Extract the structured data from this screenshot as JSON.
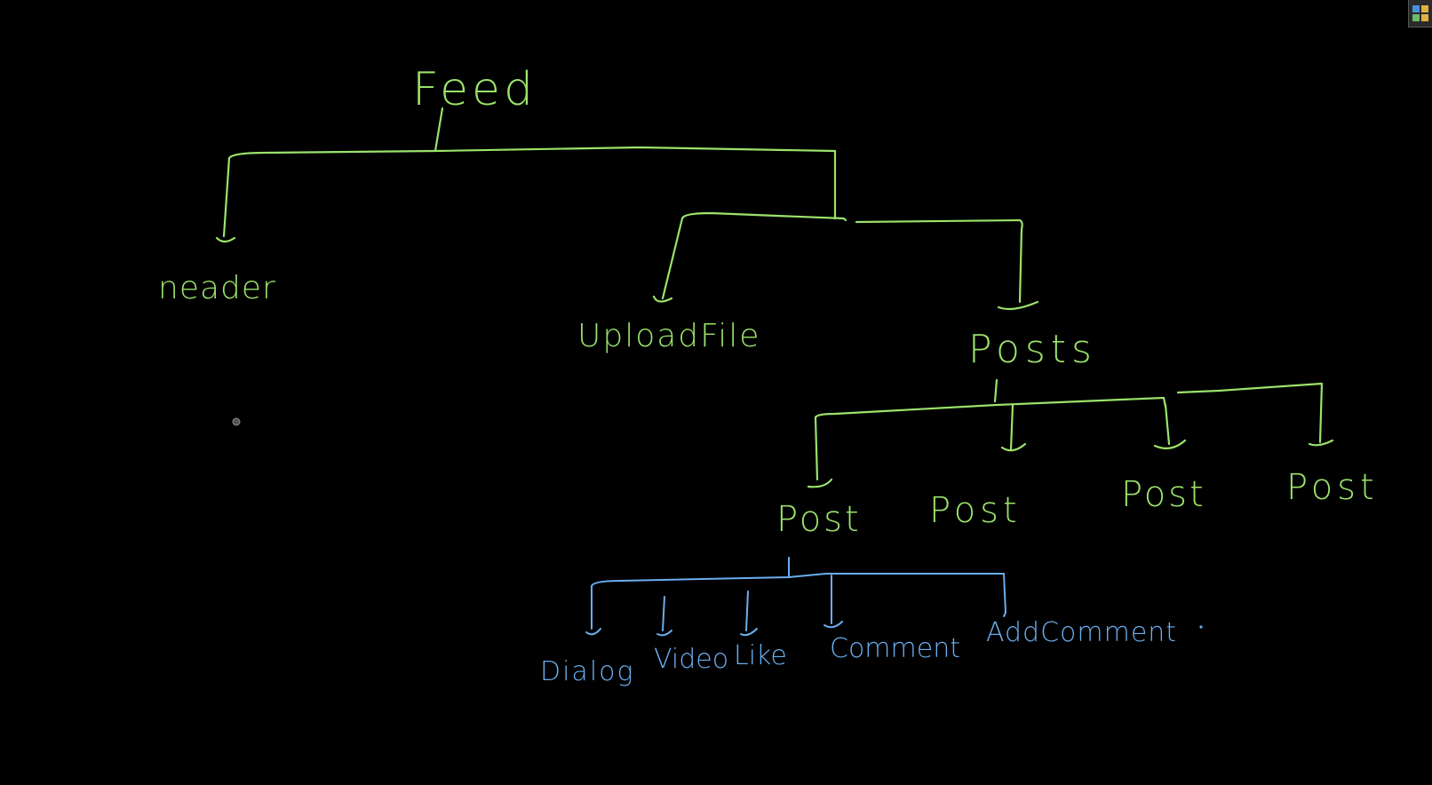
{
  "colors": {
    "background": "#000000",
    "level1": "#9be36a",
    "level2": "#6aaeef"
  },
  "nodes": {
    "feed": "Feed",
    "header": "neader",
    "upload_file": "UploadFile",
    "posts": "Posts",
    "post_1": "Post",
    "post_2": "Post",
    "post_3": "Post",
    "post_4": "Post",
    "dialog": "Dialog",
    "video": "Video",
    "like": "Like",
    "comment": "Comment",
    "add_comment": "AddComment"
  },
  "corner_widget": {
    "icon": "toolbar-icon"
  }
}
